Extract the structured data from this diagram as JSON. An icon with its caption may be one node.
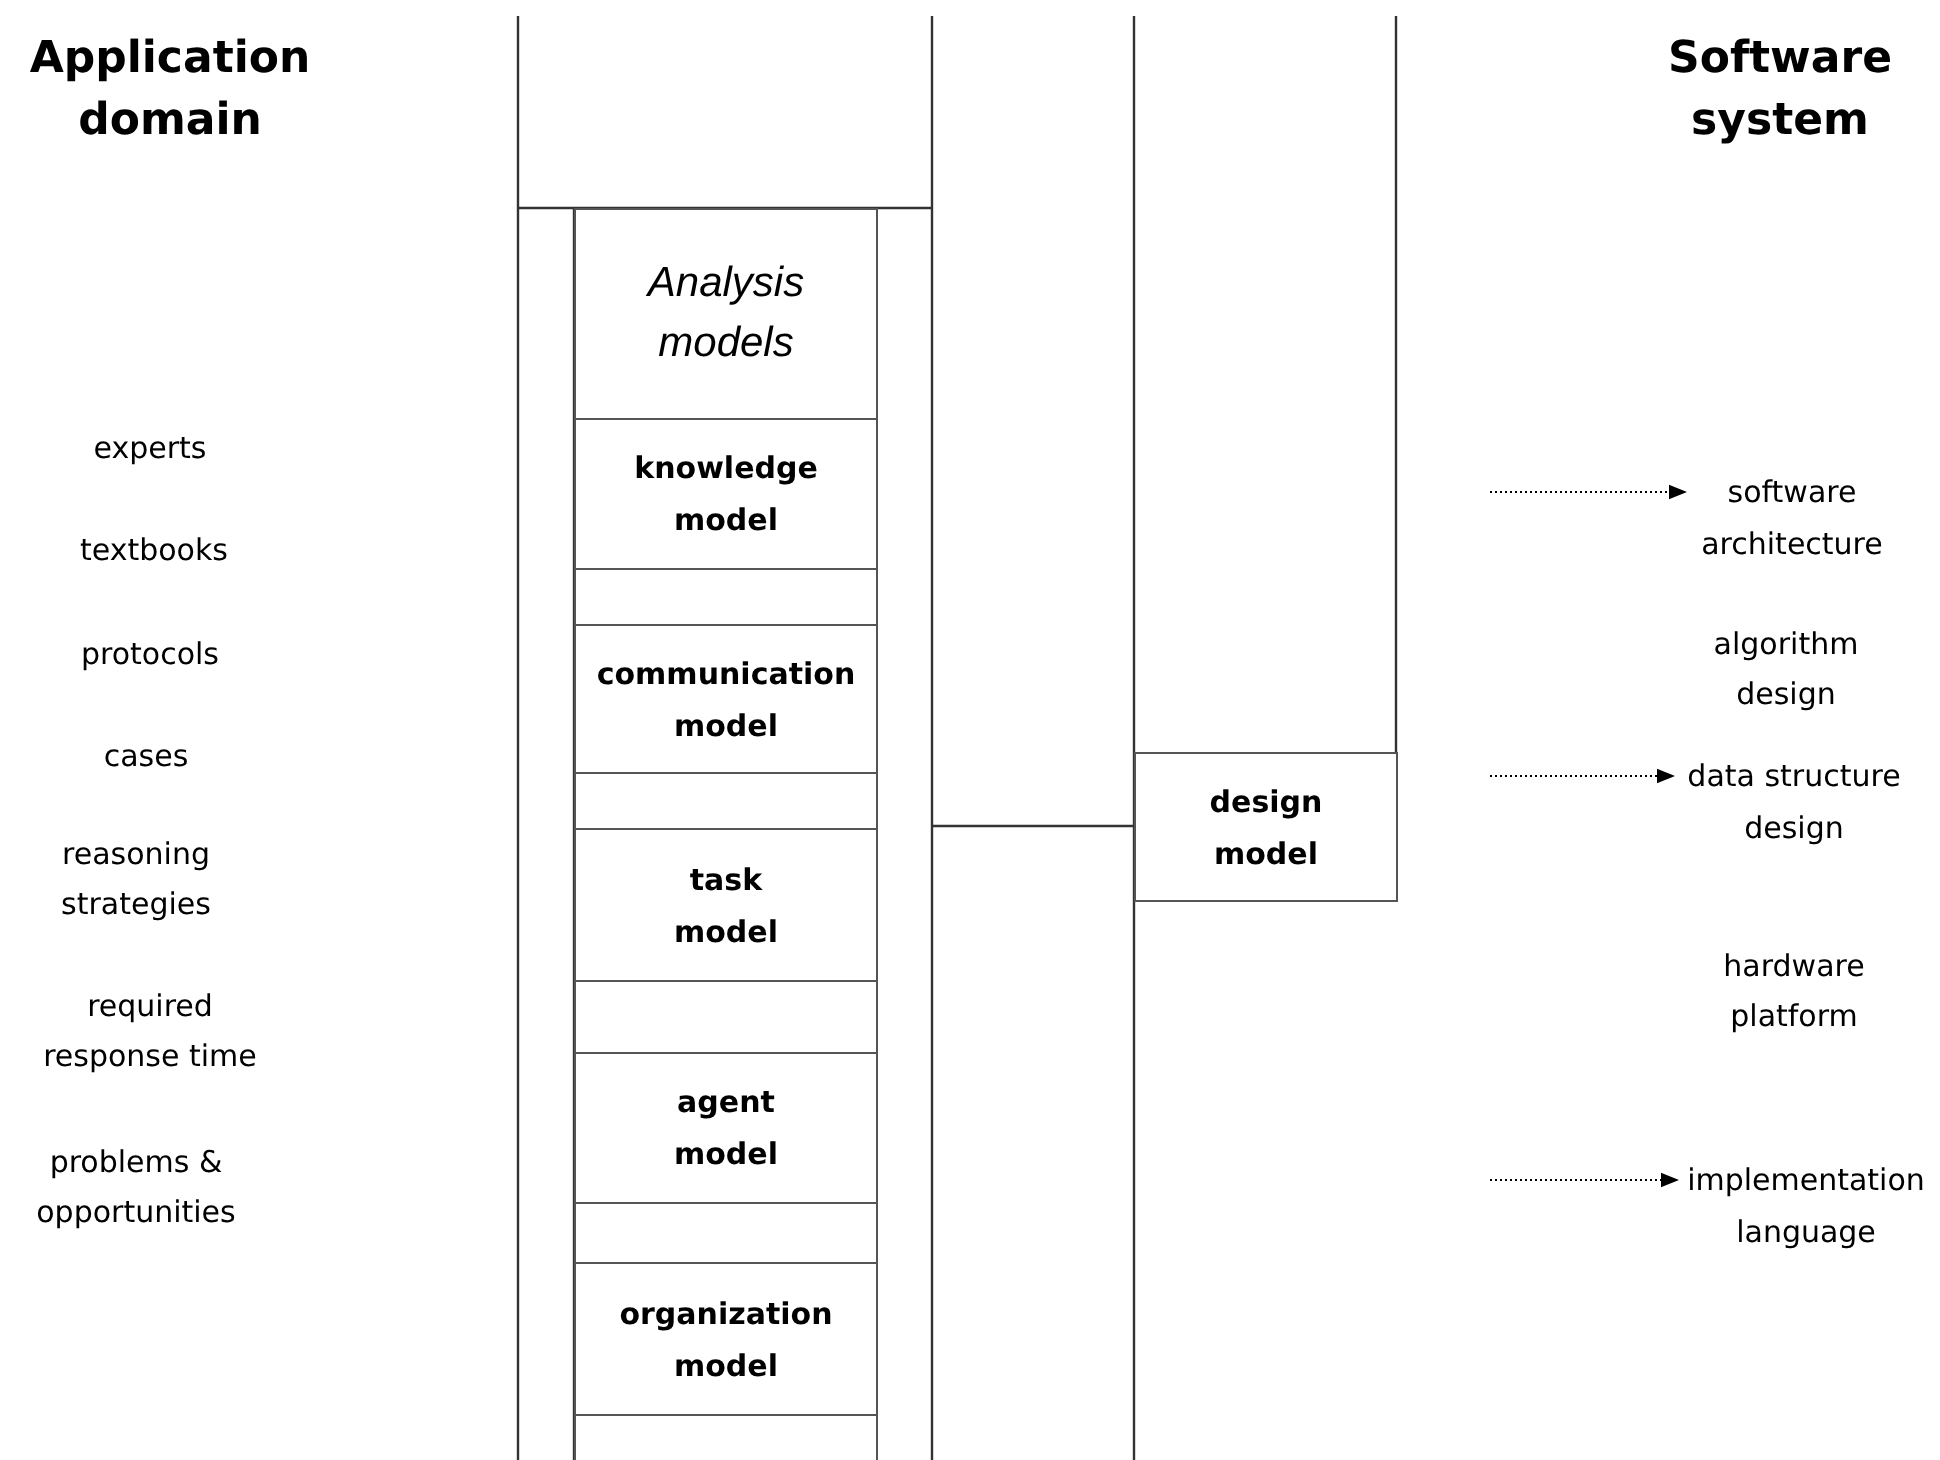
{
  "diagram": {
    "nodes": [
      {
        "text": [
          "Analysis models"
        ]
      },
      {
        "text": [
          "knowledge model"
        ]
      },
      {
        "text": [],
        "shape": "box"
      },
      {
        "text": [
          "communication model"
        ]
      },
      {
        "text": [],
        "shape": "box"
      },
      {
        "text": [
          "task model"
        ]
      },
      {
        "text": [],
        "shape": "box"
      },
      {
        "text": [
          "agent model"
        ]
      },
      {
        "text": [],
        "shape": "box"
      },
      {
        "text": [
          "organization model"
        ]
      },
      {
        "text": [],
        "shape": "box"
      },
      {
        "text": [
          "design model"
        ]
      },
      {
        "text": [
          "software architecture"
        ]
      },
      {
        "text": [
          "data structure design"
        ]
      },
      {
        "text": [
          "implementation language"
        ]
      }
    ],
    "edges": [
      {
        "from": null,
        "to": 12,
        "arrow": "to",
        "style": "dashed"
      },
      {
        "from": null,
        "to": 13,
        "arrow": "to",
        "style": "dashed"
      },
      {
        "from": null,
        "to": 14,
        "arrow": "to",
        "style": "dashed"
      }
    ],
    "labels": [
      "Application domain",
      "Software system",
      "experts",
      "textbooks",
      "protocols",
      "cases",
      "reasoning strategies",
      "required response time",
      "problems & opportunities",
      "algorithm design",
      "hardware platform"
    ]
  }
}
